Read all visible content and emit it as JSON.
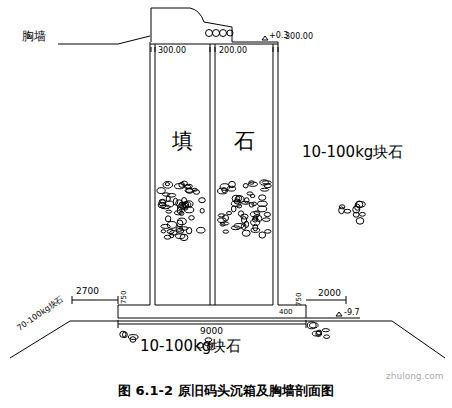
{
  "diagram": {
    "caption": "图 6.1-2 原旧码头沉箱及胸墙剖面图",
    "nodes": [
      {
        "text": [
          "填"
        ]
      },
      {
        "text": [
          "石"
        ]
      }
    ],
    "labels": [
      "胸墙",
      "300.00",
      "200.00",
      "+0.3",
      "300.00",
      "10-100kg块石",
      "2700",
      "750",
      "9000",
      "400",
      "750",
      "2000",
      "-9.7",
      "10-100kg块石",
      "70-100kg块石",
      "zhulong.com"
    ]
  }
}
